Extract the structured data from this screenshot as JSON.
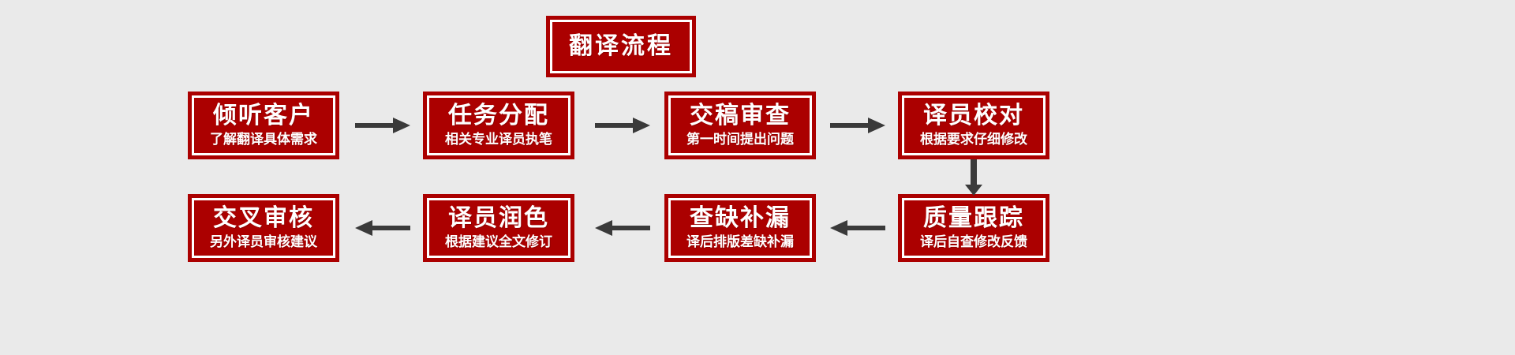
{
  "diagram": {
    "type": "flowchart",
    "background_color": "#eaeaea",
    "box_fill_color": "#ab0000",
    "box_border_color": "#ab0000",
    "box_inner_border_color": "#ffffff",
    "text_color": "#ffffff",
    "arrow_color": "#3a3a3a",
    "title": {
      "label": "翻译流程"
    },
    "rows": [
      {
        "direction": "left-to-right",
        "nodes": [
          {
            "title": "倾听客户",
            "subtitle": "了解翻译具体需求"
          },
          {
            "title": "任务分配",
            "subtitle": "相关专业译员执笔"
          },
          {
            "title": "交稿审查",
            "subtitle": "第一时间提出问题"
          },
          {
            "title": "译员校对",
            "subtitle": "根据要求仔细修改"
          }
        ]
      },
      {
        "direction": "right-to-left",
        "nodes": [
          {
            "title": "交叉审核",
            "subtitle": "另外译员审核建议"
          },
          {
            "title": "译员润色",
            "subtitle": "根据建议全文修订"
          },
          {
            "title": "查缺补漏",
            "subtitle": "译后排版差缺补漏"
          },
          {
            "title": "质量跟踪",
            "subtitle": "译后自查修改反馈"
          }
        ]
      }
    ],
    "connectors": [
      {
        "name": "arrow-right-1",
        "direction": "right"
      },
      {
        "name": "arrow-right-2",
        "direction": "right"
      },
      {
        "name": "arrow-right-3",
        "direction": "right"
      },
      {
        "name": "arrow-down-1",
        "direction": "down"
      },
      {
        "name": "arrow-left-1",
        "direction": "left"
      },
      {
        "name": "arrow-left-2",
        "direction": "left"
      },
      {
        "name": "arrow-left-3",
        "direction": "left"
      }
    ]
  }
}
